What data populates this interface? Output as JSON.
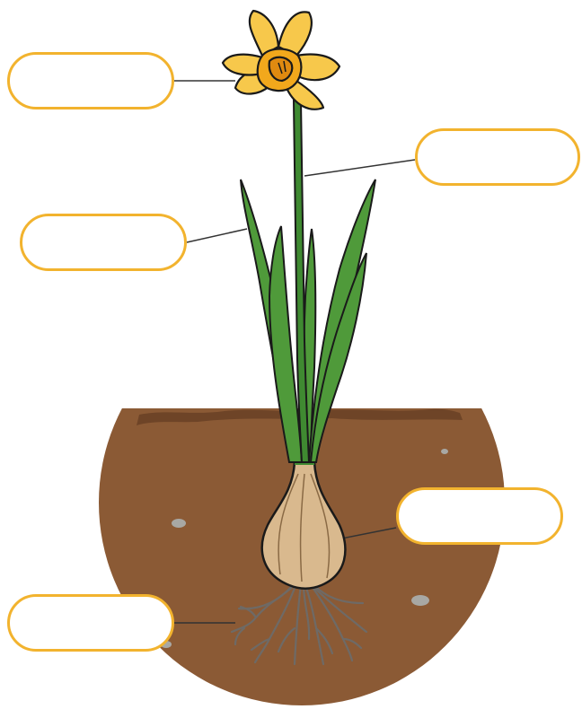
{
  "diagram": {
    "labels": {
      "flower": "",
      "stem": "",
      "leaf": "",
      "bulb": "",
      "roots": ""
    },
    "colors": {
      "soil": "#8b5a35",
      "soil_top": "#6e4427",
      "label_border": "#f2b32e",
      "petal": "#f7c84b",
      "trumpet": "#f2a81c",
      "leaf": "#4f9a3a",
      "stem": "#3f8a31",
      "bulb": "#d9b98e",
      "roots": "#6e6a66",
      "pebble": "#a8a8a4",
      "outline": "#1a1a1a",
      "pointer_line": "#333333"
    },
    "icons": [
      "daffodil-flower",
      "stem",
      "leaves",
      "bulb",
      "roots",
      "soil"
    ]
  }
}
